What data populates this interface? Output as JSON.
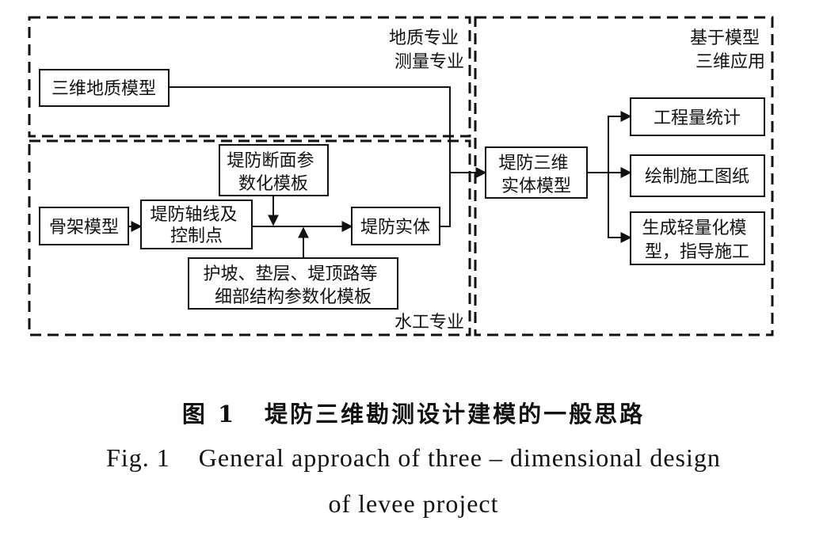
{
  "zones": {
    "geology": [
      "地质专业",
      "测量专业"
    ],
    "application": [
      "基于模型",
      "三维应用"
    ],
    "hydraulic": [
      "水工专业"
    ]
  },
  "nodes": {
    "geo_model": [
      "三维地质模型"
    ],
    "section_template": [
      "堤防断面参",
      "数化模板"
    ],
    "skeleton": [
      "骨架模型"
    ],
    "axis": [
      "堤防轴线及",
      "控制点"
    ],
    "levee_body": [
      "堤防实体"
    ],
    "detail_template": [
      "护坡、垫层、堤顶路等",
      "细部结构参数化模板"
    ],
    "solid_model": [
      "堤防三维",
      "实体模型"
    ],
    "quantity": [
      "工程量统计"
    ],
    "drawing": [
      "绘制施工图纸"
    ],
    "lightweight": [
      "生成轻量化模",
      "型，指导施工"
    ]
  },
  "caption": {
    "cn_label": "图 1",
    "cn_title": "堤防三维勘测设计建模的一般思路",
    "en_label": "Fig. 1",
    "en_title_line1": "General approach of three – dimensional design",
    "en_title_line2": "of levee project"
  }
}
